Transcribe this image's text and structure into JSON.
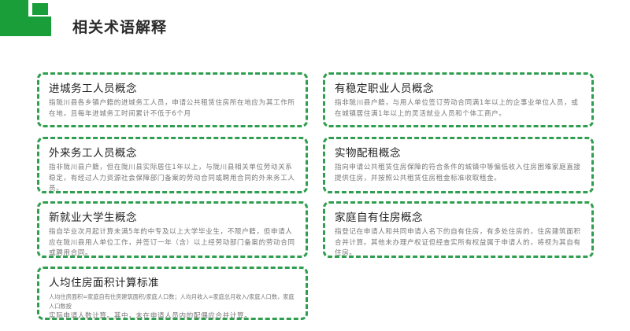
{
  "page": {
    "title": "相关术语解释"
  },
  "cards": [
    {
      "title": "进城务工人员概念",
      "body": "指陇川县各乡镇户籍的进城务工人员，申请公共租赁住房所在地应为其工作所在地，且每年进城务工时间累计不低于6个月"
    },
    {
      "title": "有稳定职业人员概念",
      "body": "指非陇川县户籍，与用人单位签订劳动合同满1年以上的企事业单位人员，或在城镇居住满1年以上的灵活就业人员和个体工商户。"
    },
    {
      "title": "外来务工人员概念",
      "body": "指非陇川县户籍，但在陇川县实际居住1年以上，与陇川县相关单位劳动关系稳定，有经过人力资源社会保障部门备案的劳动合同或聘用合同的外来务工人员。"
    },
    {
      "title": "实物配租概念",
      "body": "指向申请公共租赁住房保障的符合条件的城镇中等偏低收入住房困难家庭直接提供住房，并按照公共租赁住房租金标准收取租金。"
    },
    {
      "title": "新就业大学生概念",
      "body": "指自毕业次月起计算未满5年的中专及以上大学毕业生，不限户籍，但申请人应在陇川县用人单位工作，并签订一年（含）以上经劳动部门备案的劳动合同或聘用合同。"
    },
    {
      "title": "家庭自有住房概念",
      "body": "指登记在申请人和共同申请人名下的自有住房，有多处住房的，住房建筑面积合并计算。其他未办理产权证但经查实所有权益属于申请人的，将视为其自有住房。"
    },
    {
      "title": "人均住房面积计算标准",
      "body_small": "人均住房面积=家庭自有住房建筑面积/家庭人口数；人均月收入=家庭总月收入/家庭人口数，家庭人口数按",
      "body": "实际申请人数计算。其中，未在申请人员内的配偶应合并计算。"
    }
  ]
}
